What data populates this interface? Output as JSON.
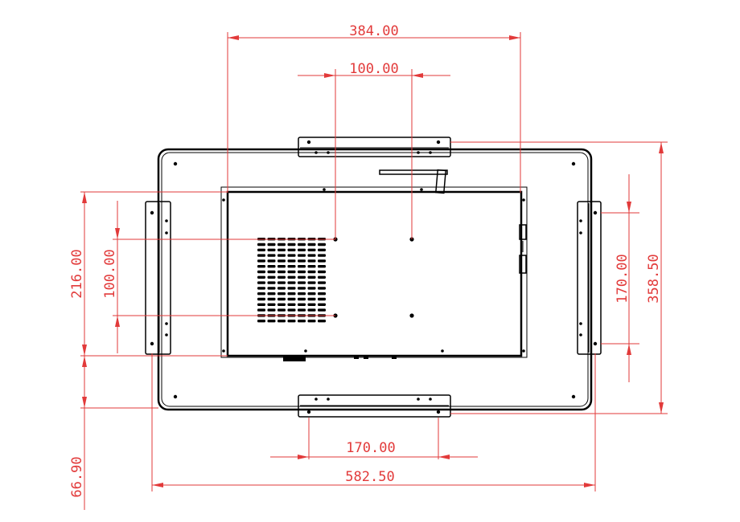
{
  "colors": {
    "dimension": "#e23a3a",
    "outline": "#000000",
    "background": "#ffffff"
  },
  "dimensions": {
    "top_width": "384.00",
    "top_hole_spacing": "100.00",
    "bottom_bracket_spacing": "170.00",
    "bottom_total_width": "582.50",
    "left_height": "216.00",
    "left_hole_spacing": "100.00",
    "left_bottom_offset": "66.90",
    "right_bracket_spacing": "170.00",
    "right_total_height": "358.50"
  }
}
